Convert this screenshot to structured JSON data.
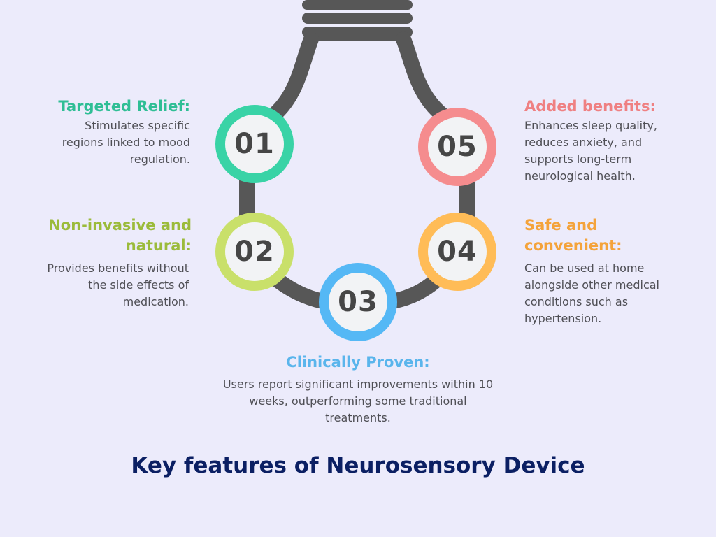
{
  "title": "Key features of Neurosensory Device",
  "colors": {
    "background": "#ECEBFB",
    "bulb": "#575757",
    "title": "#0B1F63"
  },
  "features": [
    {
      "number": "01",
      "title": "Targeted Relief:",
      "description": "Stimulates specific regions linked to mood regulation.",
      "color": "#39D3A6",
      "title_color": "#2FBE95"
    },
    {
      "number": "02",
      "title": "Non-invasive and natural:",
      "description": "Provides benefits without the side effects of medication.",
      "color": "#C9E06A",
      "title_color": "#9BBB3B"
    },
    {
      "number": "03",
      "title": "Clinically Proven:",
      "description": "Users report significant improvements within 10 weeks, outperforming some traditional treatments.",
      "color": "#55B8F5",
      "title_color": "#5AB5EC"
    },
    {
      "number": "04",
      "title": "Safe and convenient:",
      "description": "Can be used at home alongside other medical conditions such as hypertension.",
      "color": "#FFBC57",
      "title_color": "#F4A33B"
    },
    {
      "number": "05",
      "title": "Added benefits:",
      "description": "Enhances sleep quality, reduces anxiety, and supports long-term neurological health.",
      "color": "#F58C8E",
      "title_color": "#EF8082"
    }
  ]
}
